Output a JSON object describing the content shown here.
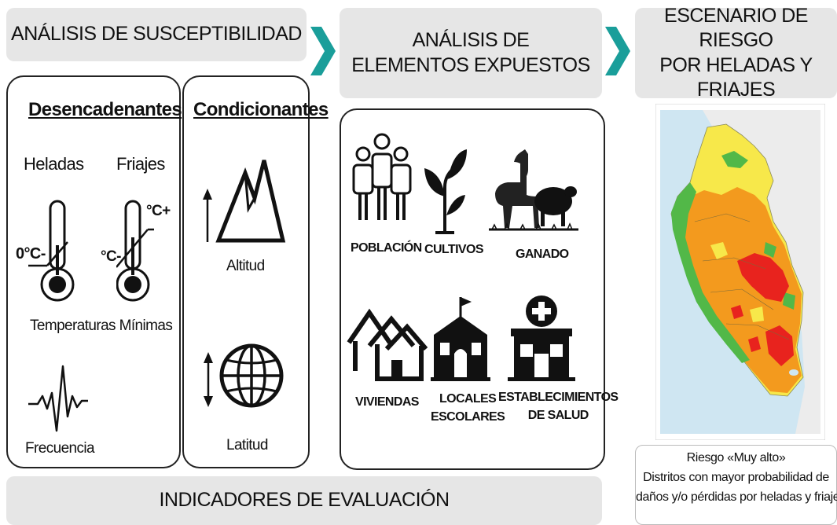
{
  "headers": {
    "susceptibilidad": "ANÁLISIS DE SUSCEPTIBILIDAD",
    "expuestos_line1": "ANÁLISIS DE",
    "expuestos_line2": "ELEMENTOS EXPUESTOS",
    "escenario_line1": "ESCENARIO DE RIESGO",
    "escenario_line2": "POR HELADAS Y FRIAJES",
    "indicadores": "INDICADORES DE EVALUACIÓN"
  },
  "desencadenantes": {
    "title": "Desencadenantes",
    "heladas": "Heladas",
    "friajes": "Friajes",
    "heladas_temp": "0°C-",
    "friajes_temp_top": "°C+",
    "friajes_temp_bottom": "°C-",
    "temperaturas": "Temperaturas Mínimas",
    "frecuencia": "Frecuencia"
  },
  "condicionantes": {
    "title": "Condicionantes",
    "altitud": "Altitud",
    "latitud": "Latitud"
  },
  "expuestos": {
    "poblacion": "POBLACIÓN",
    "cultivos": "CULTIVOS",
    "ganado": "GANADO",
    "viviendas": "VIVIENDAS",
    "locales_1": "LOCALES",
    "locales_2": "ESCOLARES",
    "salud_1": "ESTABLECIMIENTOS",
    "salud_2": "DE SALUD"
  },
  "map": {
    "caption_1": "Riesgo «Muy alto»",
    "caption_2": "Distritos con mayor probabilidad de",
    "caption_3": "daños y/o pérdidas por heladas y friajes"
  },
  "colors": {
    "arrow": "#1a9e9a",
    "header_bg": "#e6e6e6",
    "risk_very_high": "#e8231e",
    "risk_high": "#f39a1e",
    "risk_medium": "#f7e84a",
    "risk_low": "#52b848",
    "sea": "#cfe6f2"
  }
}
